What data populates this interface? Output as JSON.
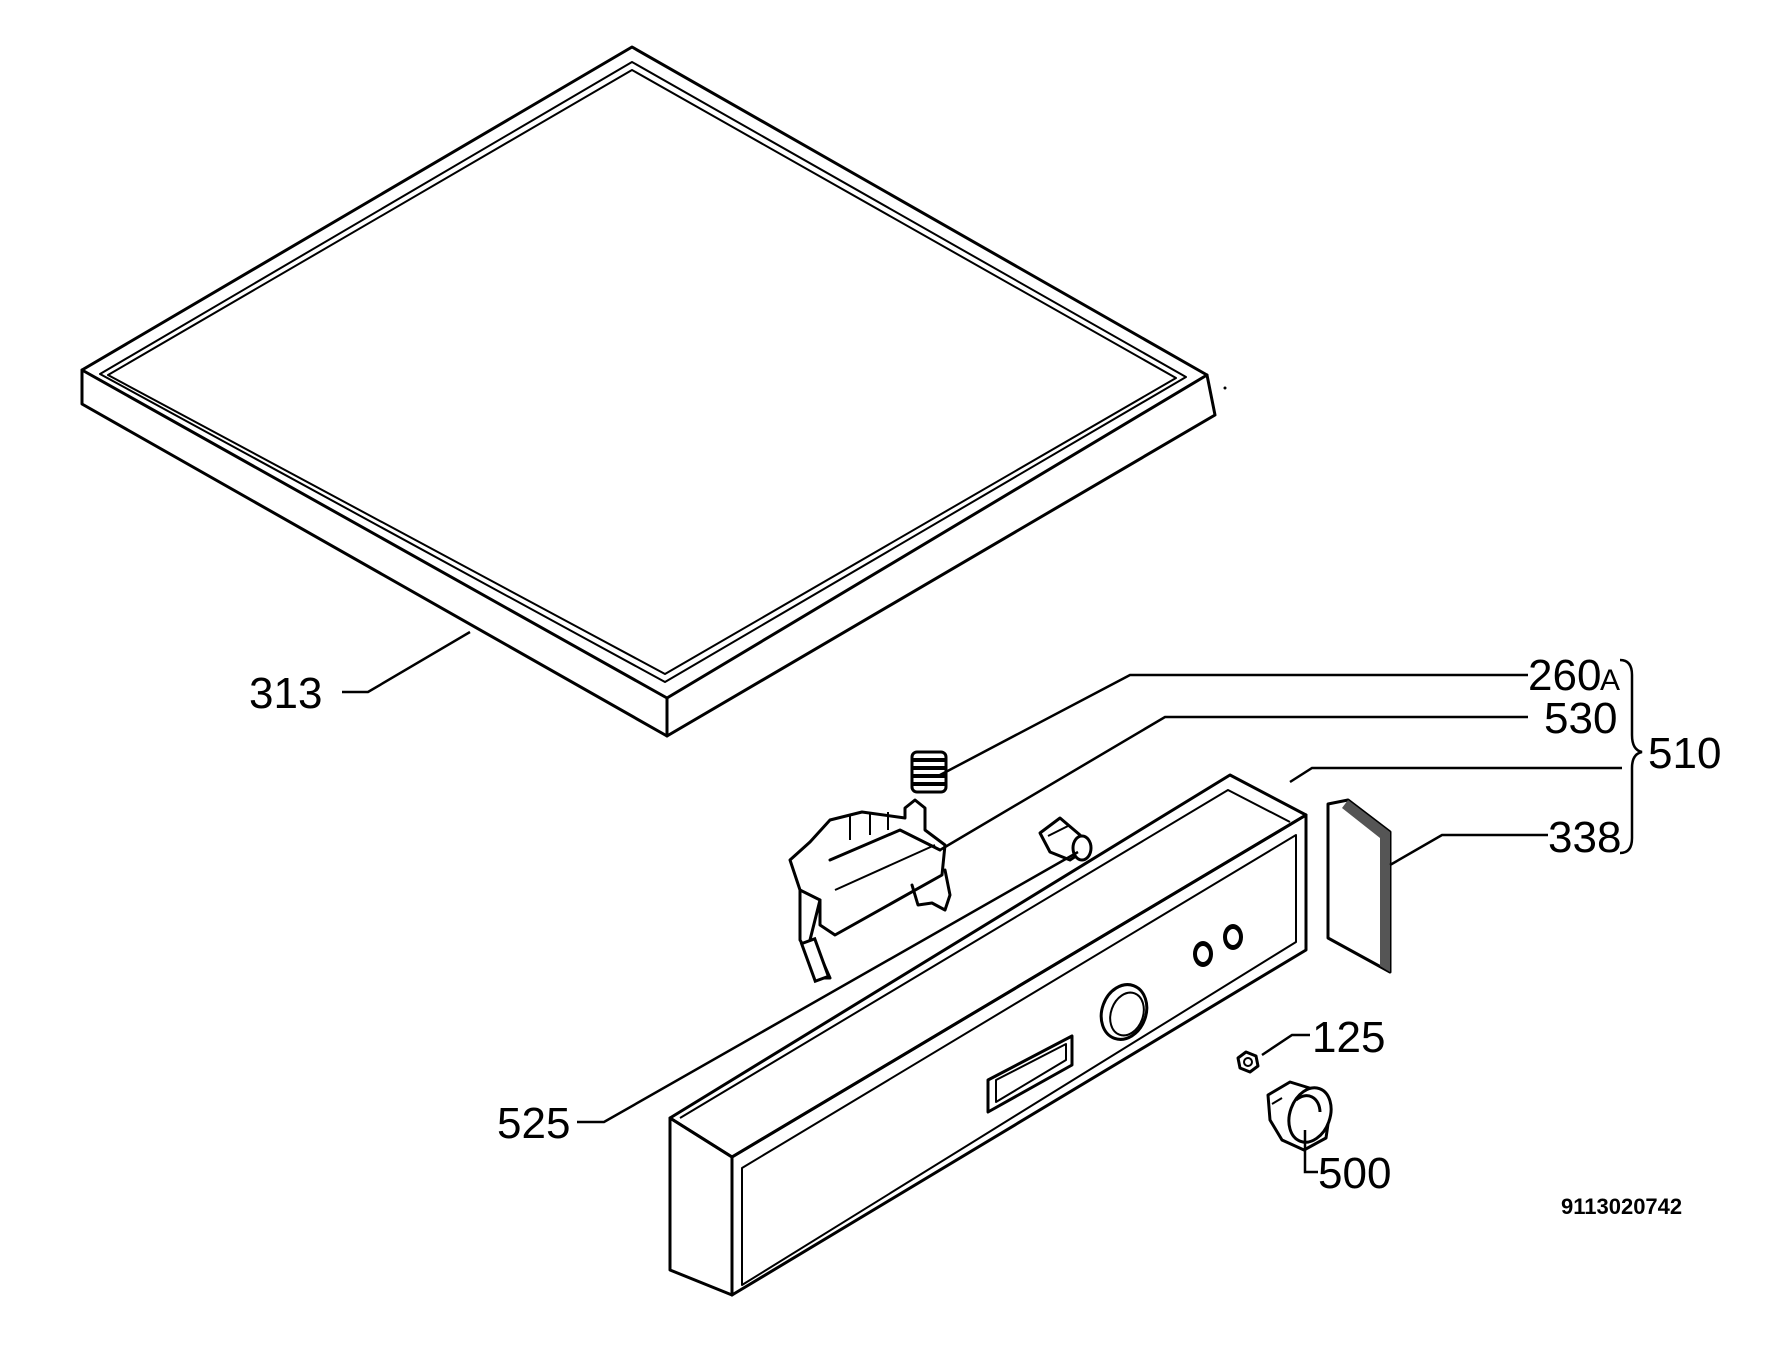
{
  "diagram": {
    "parts": {
      "p313": "313",
      "p260": "260",
      "p260_suffix": "A",
      "p530": "530",
      "p510": "510",
      "p338": "338",
      "p125": "125",
      "p525": "525",
      "p500": "500"
    },
    "document_number": "9113020742"
  },
  "colors": {
    "line": "#000000",
    "background": "#ffffff",
    "shade": "#555555"
  }
}
